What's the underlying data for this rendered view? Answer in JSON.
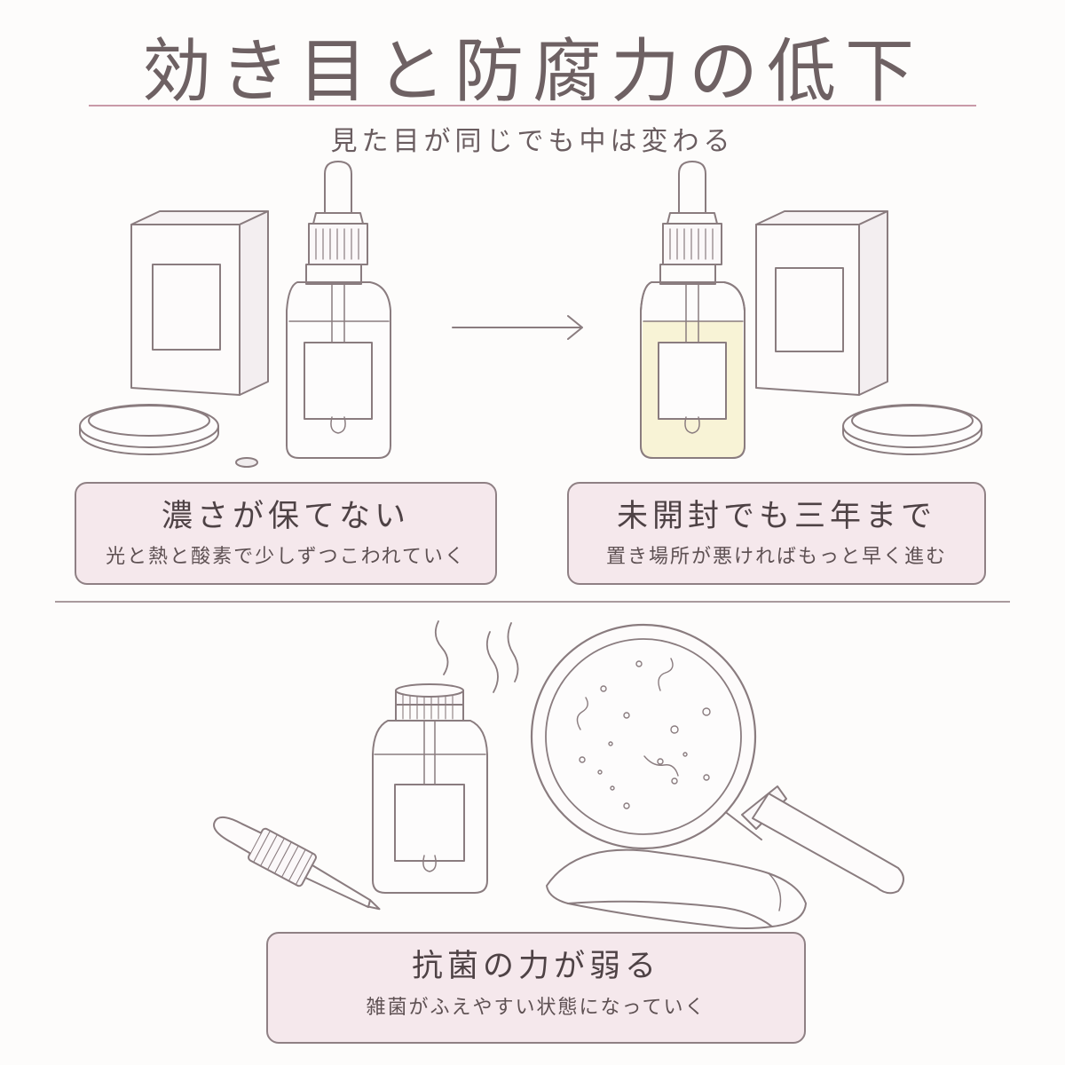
{
  "title": "効き目と防腐力の低下",
  "subtitle": "見た目が同じでも中は変わる",
  "cards": [
    {
      "heading": "濃さが保てない",
      "text": "光と熱と酸素で少しずつこわれていく"
    },
    {
      "heading": "未開封でも三年まで",
      "text": "置き場所が悪ければもっと早く進む"
    },
    {
      "heading": "抗菌の力が弱る",
      "text": "雑菌がふえやすい状態になっていく"
    }
  ],
  "colors": {
    "line": "#8a7c7f",
    "card_fill": "#f5e8ec",
    "card_border": "#8f8084",
    "accent_rule": "#c99aa8",
    "aged_serum": "#f8f3d6"
  },
  "icons": [
    "box-icon",
    "dropper-bottle-icon",
    "dish-icon",
    "arrow-right-icon",
    "open-bottle-icon",
    "dropper-icon",
    "magnifier-icon",
    "bacteria-icon",
    "towel-icon",
    "odor-icon"
  ]
}
